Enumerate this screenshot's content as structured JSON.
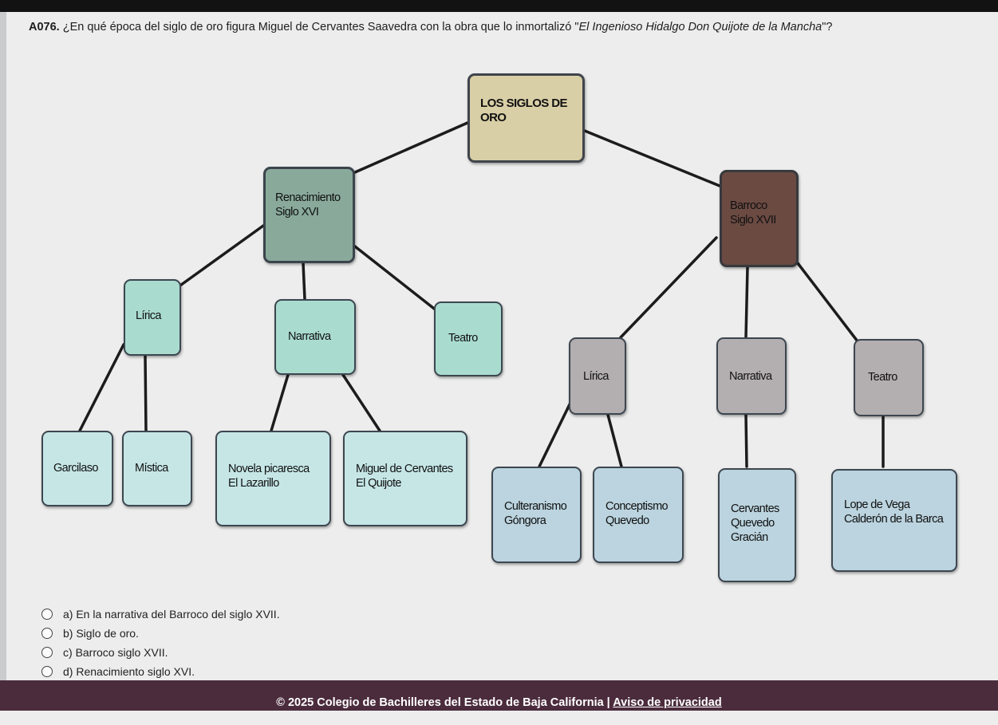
{
  "question": {
    "number": "A076.",
    "text_before": "¿En qué época del siglo de oro figura Miguel de Cervantes Saavedra con la obra que lo inmortalizó \"",
    "work_title": "El Ingenioso Hidalgo Don Quijote de la Mancha",
    "text_after": "\"?"
  },
  "diagram": {
    "root": [
      "LOS SIGLOS DE",
      "ORO"
    ],
    "renacimiento": [
      "Renacimiento",
      "Siglo XVI"
    ],
    "barroco": [
      "Barroco",
      "Siglo XVII"
    ],
    "ren_lirica": [
      "Lírica"
    ],
    "ren_narrativa": [
      "Narrativa"
    ],
    "ren_teatro": [
      "Teatro"
    ],
    "garcilaso": [
      "Garcilaso"
    ],
    "mistica": [
      "Mística"
    ],
    "novela": [
      "Novela picaresca",
      "El Lazarillo"
    ],
    "cervantes_quijote": [
      "Miguel de Cervantes",
      "El Quijote"
    ],
    "bar_lirica": [
      "Lírica"
    ],
    "bar_narrativa": [
      "Narrativa"
    ],
    "bar_teatro": [
      "Teatro"
    ],
    "culteranismo": [
      "Culteranismo",
      "Góngora"
    ],
    "conceptismo": [
      "Conceptismo",
      "Quevedo"
    ],
    "narrativa_autores": [
      "Cervantes",
      "Quevedo",
      "Gracián"
    ],
    "teatro_autores": [
      "Lope de Vega",
      "Calderón de la Barca"
    ]
  },
  "options": [
    {
      "letter": "a)",
      "text": "En la narrativa del Barroco del siglo XVII."
    },
    {
      "letter": "b)",
      "text": "Siglo de oro."
    },
    {
      "letter": "c)",
      "text": "Barroco siglo XVII."
    },
    {
      "letter": "d)",
      "text": "Renacimiento siglo XVI."
    }
  ],
  "footer": {
    "copyright": "© 2025 Colegio de Bachilleres del Estado de Baja California | ",
    "privacy_link": "Aviso de privacidad"
  },
  "colors": {
    "root": "#d9cfa6",
    "renacimiento": "#89aa9b",
    "barroco": "#6b4a42",
    "teal": "#a9dccf",
    "light_teal": "#c6e6e6",
    "grey": "#b3aeaf",
    "blue_grey": "#bbd4df",
    "footer": "#4b2c3d"
  }
}
